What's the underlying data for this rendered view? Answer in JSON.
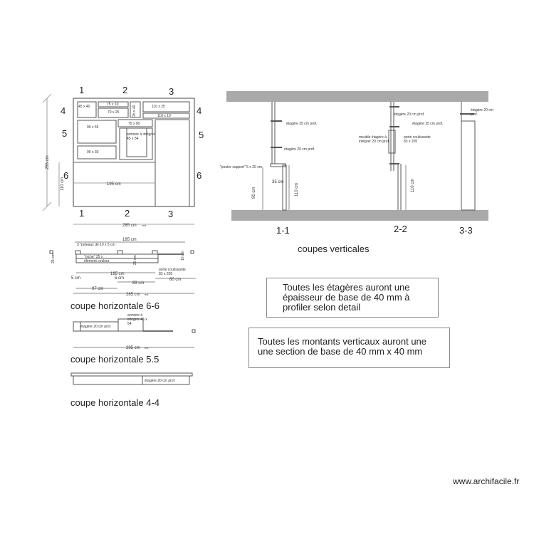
{
  "elevation": {
    "top_numbers": [
      "1",
      "2",
      "3"
    ],
    "bottom_numbers": [
      "1",
      "2",
      "3"
    ],
    "left_numbers": [
      "4",
      "5",
      "6"
    ],
    "right_numbers": [
      "4",
      "5",
      "6"
    ],
    "height_total": "255 cm",
    "height_low": "110 cm",
    "width_195": "195 cm",
    "width_285": "285 cm",
    "width_suffix": "ext.",
    "cells": [
      "45 x 40",
      "75 x 10",
      "70 x 25",
      "2h x 40",
      "110 x 25",
      "110 x 10",
      "75 x 90",
      "90 x 55",
      "armoire à intégrer 45 x 54",
      "90 x 30"
    ]
  },
  "coupe66": {
    "title": "coupe horizontale 6-6",
    "top": "195 cm",
    "poteaux": "3 \"poteaux de 10 x 5 cm",
    "niche": "\"niche\" 25 x",
    "element_couleur": "élément couleur",
    "porte": "porte coulissante",
    "porte_dim": "83 x 205",
    "d25a": "25 cm",
    "d25b": "25 cm",
    "d10": "10 cm",
    "d195": "195 cm",
    "d5a": "5 cm",
    "d5b": "5 cm",
    "d83": "83 cm",
    "d80": "80 cm",
    "d97": "97 cm",
    "d285": "285 cm",
    "d285_suffix": "ext."
  },
  "coupe55": {
    "title": "coupe horizontale 5.5",
    "etagere": "étagère 20 cm prof.",
    "armoire": "armoire à intégrer 45 x 54",
    "d285": "285 cm",
    "d285_suffix": "ext."
  },
  "coupe44": {
    "title": "coupe horizontale 4-4",
    "etagere": "étagère 20 cm prof."
  },
  "vertical": {
    "title": "coupes verticales",
    "labels": [
      "1-1",
      "2-2",
      "3-3"
    ],
    "s1_etagere25": "étagère 25 cm prof.",
    "s1_etagere20": "étagère 20 cm prof.",
    "s1_poutre": "\"poutre support\" 5 x 20 cm",
    "s1_d35": "35 cm",
    "s1_d90": "90 cm",
    "s1_d110": "110 cm",
    "s2_etagere20": "étagère 20 cm prof.",
    "s2_etagere25": "étagère 25 cm prof.",
    "s2_meuble": "meuble étagère à intégrer 20 cm prof.",
    "s2_porte": "porte coulissante 83 x 205",
    "s2_d110": "110 cm",
    "s3_etagere": "étagère 20 cm prof."
  },
  "notes": {
    "note1": "Toutes les étagères auront une épaisseur de base de 40 mm à profiler selon detail",
    "note2": "Toutes les montants verticaux auront une une section de base de 40 mm x 40 mm"
  },
  "footer": {
    "site": "www.archifacile.fr"
  }
}
